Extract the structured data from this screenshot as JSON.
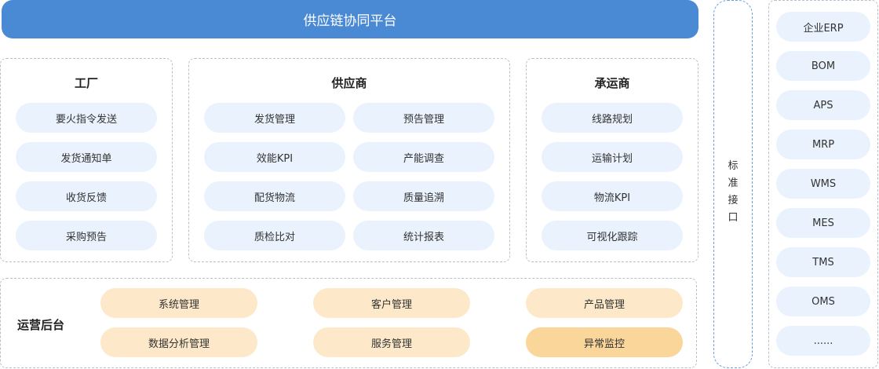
{
  "header": {
    "title": "供应链协同平台"
  },
  "factory": {
    "title": "工厂",
    "items": [
      "要火指令发送",
      "发货通知单",
      "收货反馈",
      "采购预告"
    ]
  },
  "supplier": {
    "title": "供应商",
    "items_left": [
      "发货管理",
      "效能KPI",
      "配货物流",
      "质检比对"
    ],
    "items_right": [
      "预告管理",
      "产能调查",
      "质量追溯",
      "统计报表"
    ]
  },
  "carrier": {
    "title": "承运商",
    "items": [
      "线路规划",
      "运输计划",
      "物流KPI",
      "可视化跟踪"
    ]
  },
  "ops": {
    "title": "运营后台",
    "items": [
      "系统管理",
      "客户管理",
      "产品管理",
      "数据分析管理",
      "服务管理",
      "异常监控"
    ]
  },
  "interface": {
    "chars": [
      "标",
      "准",
      "接",
      "口"
    ]
  },
  "systems": [
    "企业ERP",
    "BOM",
    "APS",
    "MRP",
    "WMS",
    "MES",
    "TMS",
    "OMS",
    "......"
  ]
}
